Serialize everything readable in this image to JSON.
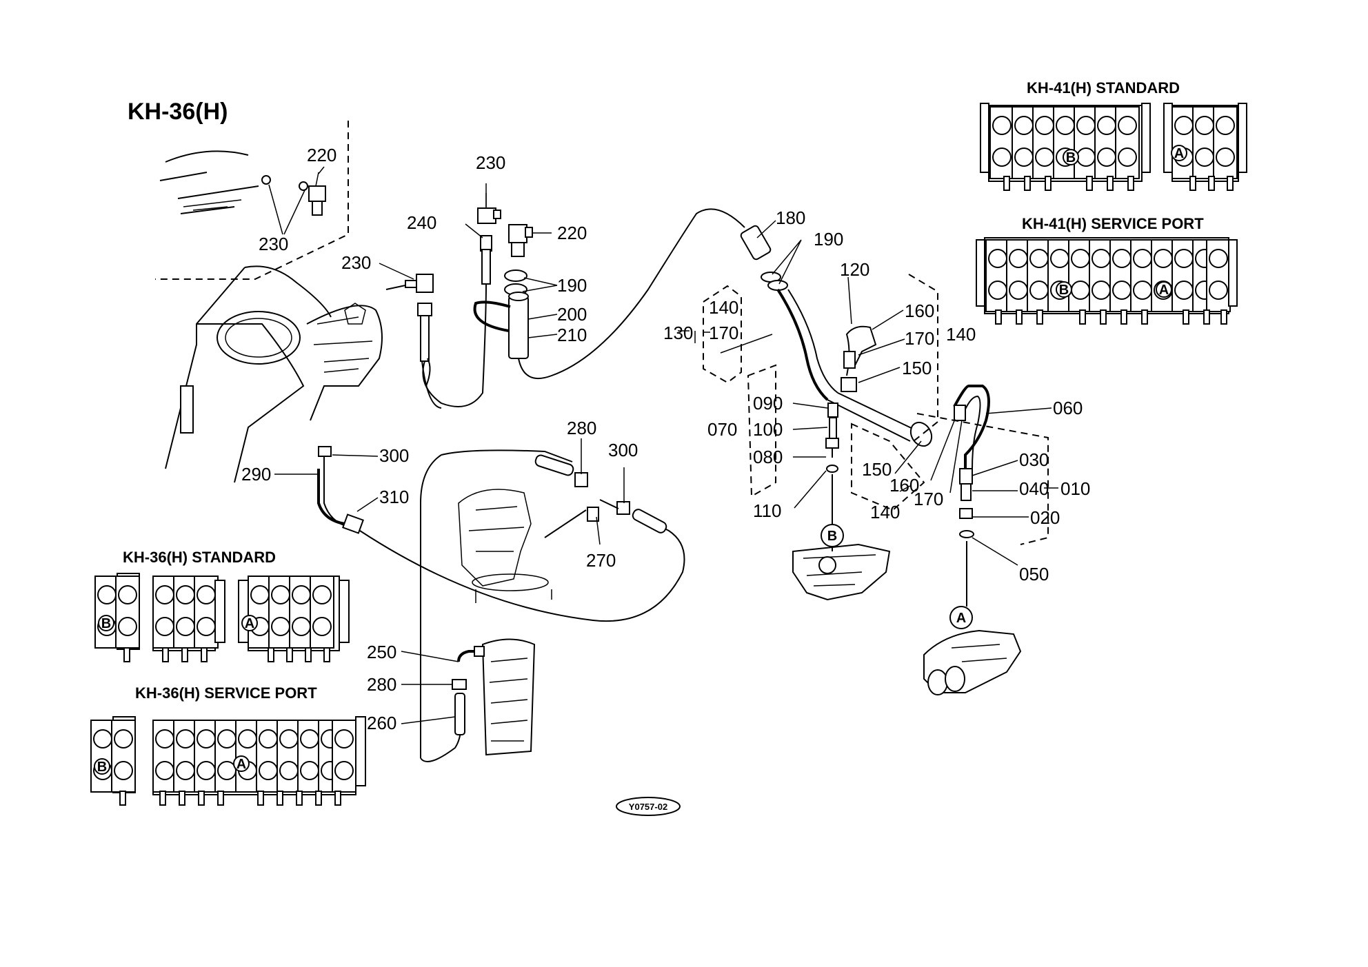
{
  "main_title": "KH-36(H)",
  "valve_titles": {
    "kh41_standard": "KH-41(H) STANDARD",
    "kh41_service": "KH-41(H) SERVICE PORT",
    "kh36_standard": "KH-36(H) STANDARD",
    "kh36_service": "KH-36(H) SERVICE PORT"
  },
  "port_markers": {
    "a": "A",
    "b": "B"
  },
  "labels": {
    "p220a": "220",
    "p230a": "230",
    "p230b": "230",
    "p240": "240",
    "p220b": "220",
    "p230c": "230",
    "p190a": "190",
    "p200": "200",
    "p210": "210",
    "p180": "180",
    "p190b": "190",
    "p120": "120",
    "p140a": "140",
    "p130": "130",
    "p170a": "170",
    "p160a": "160",
    "p170b": "170",
    "p140b": "140",
    "p150a": "150",
    "p090": "090",
    "p070": "070",
    "p100": "100",
    "p080": "080",
    "p110": "110",
    "p150b": "150",
    "p160b": "160",
    "p140c": "140",
    "p170c": "170",
    "p060": "060",
    "p030": "030",
    "p040": "040",
    "p010": "010",
    "p020": "020",
    "p050": "050",
    "p290": "290",
    "p300a": "300",
    "p310": "310",
    "p280a": "280",
    "p300b": "300",
    "p270": "270",
    "p250": "250",
    "p280b": "280",
    "p260": "260"
  },
  "drawing_code": "Y0757-02"
}
